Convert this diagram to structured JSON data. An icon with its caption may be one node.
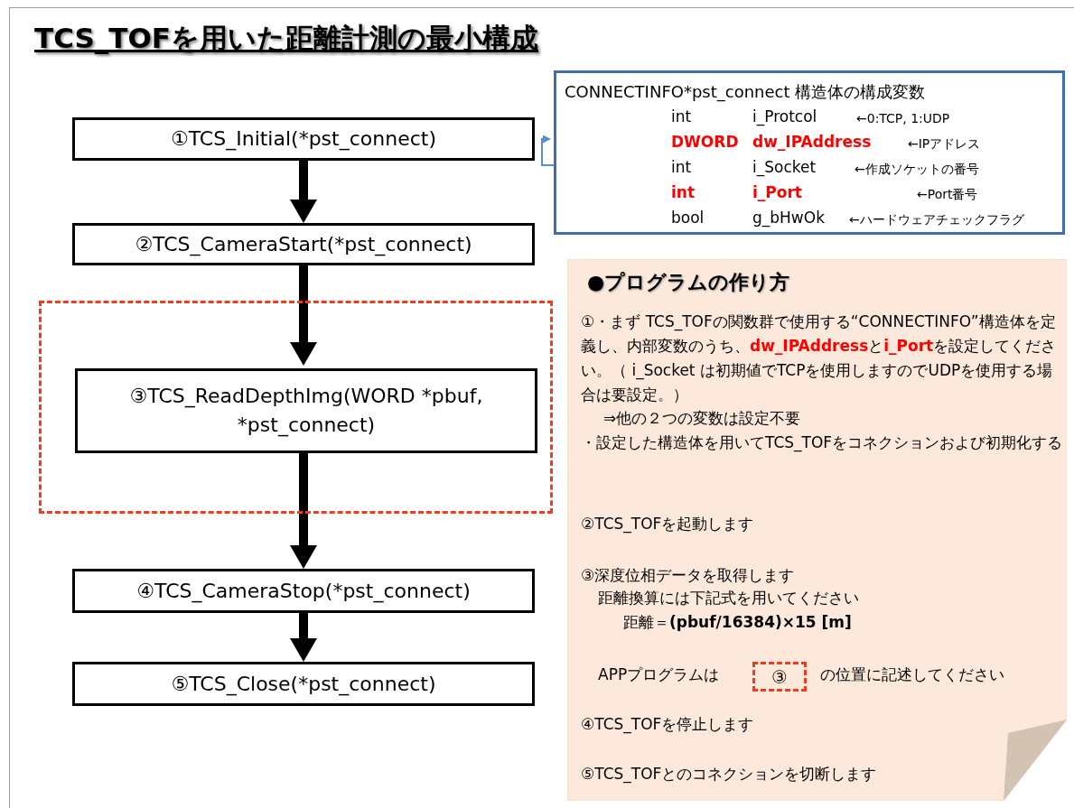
{
  "diagram": {
    "title": "TCS_TOFを用いた距離計測の最小構成",
    "nodes": [
      {
        "text": [
          "①TCS_Initial(*pst_connect)"
        ]
      },
      {
        "text": [
          "②TCS_CameraStart(*pst_connect)"
        ]
      },
      {
        "text": [],
        "shape": "box"
      },
      {
        "text": [
          "③TCS_ReadDepthImg(WORD *pbuf, *pst_connect)"
        ],
        "in": 2
      },
      {
        "text": [
          "④TCS_CameraStop(*pst_connect)"
        ]
      },
      {
        "text": [
          "⑤TCS_Close(*pst_connect)"
        ]
      },
      {
        "text": [
          "CONNECTINFO*pst_connect 構造体の構成変数",
          "int",
          "i_Protcol",
          "←0:TCP, 1:UDP",
          "DWORD",
          "dw_IPAddress",
          "←IPアドレス",
          "int",
          "i_Socket",
          "←作成ソケットの番号",
          "int",
          "i_Port",
          "←Port番号",
          "bool",
          "g_bHwOk",
          "←ハードウェアチェックフラグ"
        ]
      },
      {
        "text": [
          "●プログラムの作り方",
          "①・まず TCS_TOFの関数群で使用する“CONNECTINFO”構造体を定義し、内部変数のうち、**dw_IPAddress**と**i_Port**を設定してください。（ i_Socket は初期値でTCPを使用しますのでUDPを使用する場合は要設定。）",
          "⇒他の２つの変数は設定不要",
          "・設定した構造体を用いてTCS_TOFをコネクションおよび初期化する",
          "②TCS_TOFを起動します",
          "③深度位相データを取得します",
          "距離換算には下記式を用いてください",
          "距離＝**(pbuf/16384)×15  [m]**",
          "APPプログラムは",
          "の位置に記述してください",
          "④TCS_TOFを停止します",
          "⑤TCS_TOFとのコネクションを切断します"
        ]
      },
      {
        "text": [
          "③"
        ],
        "in": 7
      }
    ],
    "edges": [
      {
        "from": 0,
        "to": 1,
        "arrow": "to"
      },
      {
        "from": 1,
        "to": 3,
        "arrow": "to"
      },
      {
        "from": 3,
        "to": 4,
        "arrow": "to"
      },
      {
        "from": 4,
        "to": 5,
        "arrow": "to"
      },
      {
        "from": 6,
        "to": 0,
        "arrow": "to",
        "color": "#5b8fc9"
      }
    ]
  }
}
